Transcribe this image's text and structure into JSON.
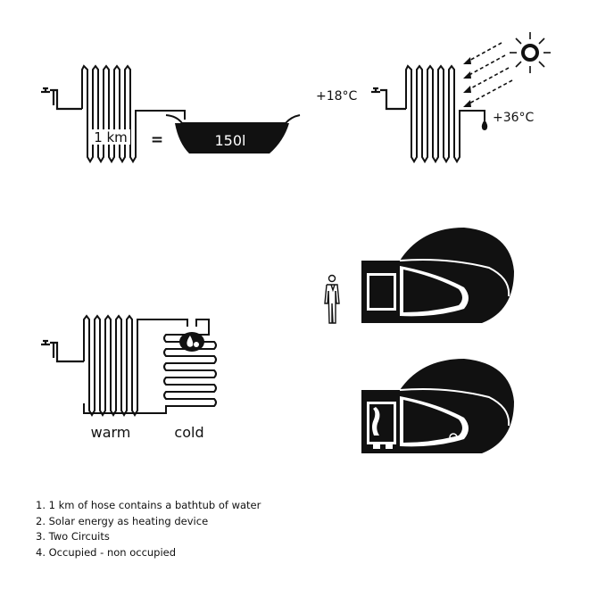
{
  "panel1": {
    "hose_length": "1 km",
    "equals": "=",
    "volume": "150l"
  },
  "panel2": {
    "cold_temp": "+18°C",
    "warm_temp": "+36°C"
  },
  "panel3": {
    "warm_label": "warm",
    "cold_label": "cold"
  },
  "notes": [
    "1. 1 km of hose contains a bathtub of water",
    "2. Solar energy as heating device",
    "3. Two Circuits",
    "4. Occupied - non occupied"
  ]
}
